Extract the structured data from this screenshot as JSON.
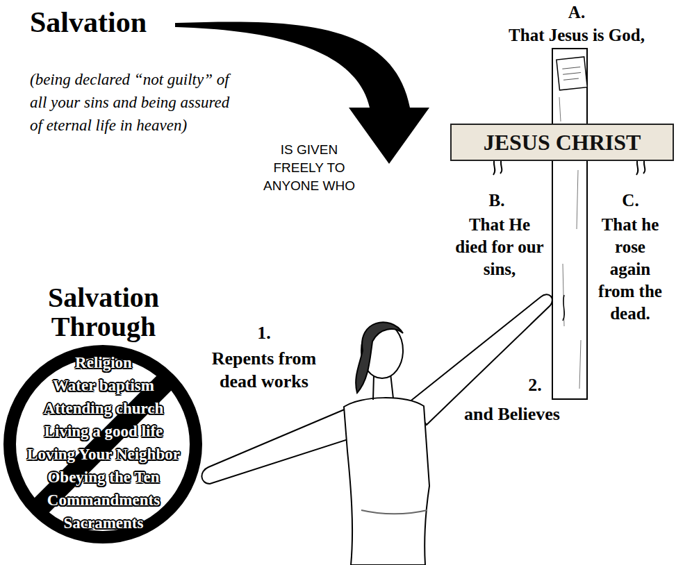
{
  "diagram": {
    "title": "Salvation",
    "nodes": [
      {
        "text": [
          "JESUS CHRIST"
        ]
      },
      {
        "text": [
          "Salvation Through",
          "Religion",
          "Water baptism",
          "Attending church",
          "Living a good life",
          "Loving Your Neighbor",
          "Obeying the Ten Commandments",
          "Sacraments"
        ]
      }
    ],
    "labels": [
      "(being declared “not guilty” of all your sins and being assured of eternal life in heaven)",
      "IS GIVEN FREELY TO ANYONE WHO",
      "A.",
      "That Jesus is God,",
      "B.",
      "That He died for our sins,",
      "C.",
      "That he rose again from the dead.",
      "1.",
      "Repents from dead works",
      "2.",
      "and Believes"
    ]
  }
}
